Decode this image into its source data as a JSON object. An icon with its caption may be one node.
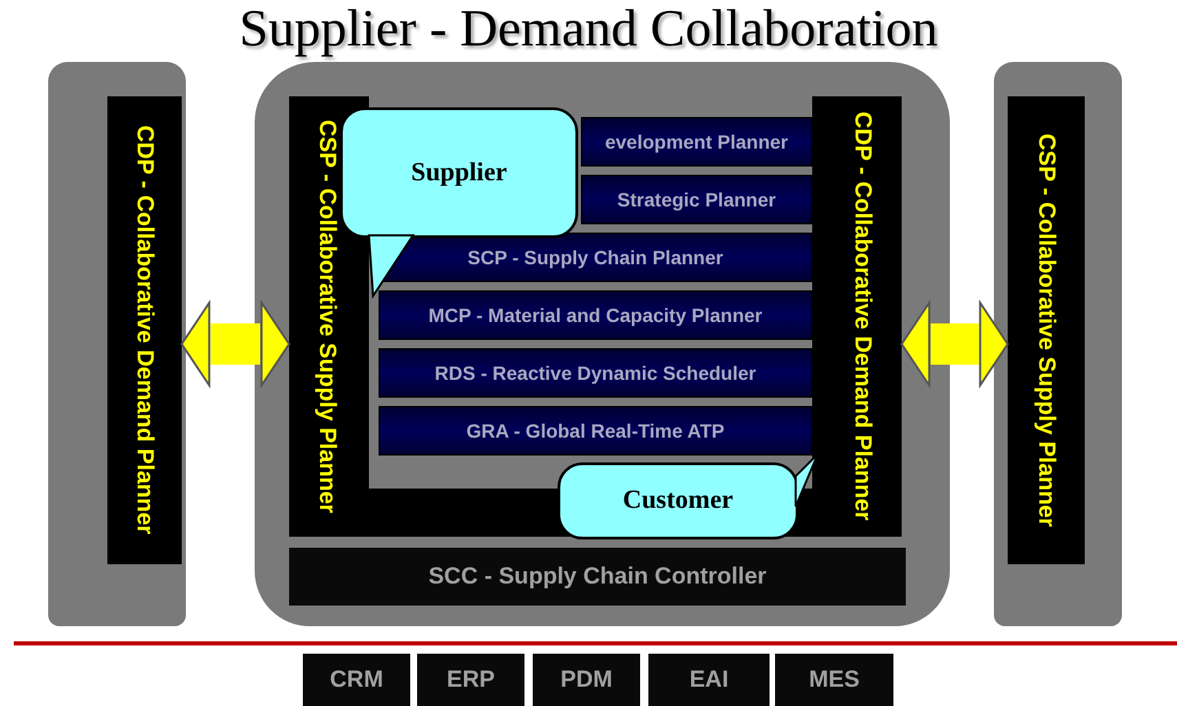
{
  "diagram": {
    "title": "Supplier - Demand Collaboration",
    "nodes": [
      {
        "text": [
          "CDP - Collaborative Demand Planner"
        ]
      },
      {
        "text": [],
        "shape": "box"
      },
      {
        "text": [
          "CSP - Collaborative Supply Planner"
        ],
        "in": 1
      },
      {
        "text": [
          "evelopment Planner"
        ],
        "in": 1
      },
      {
        "text": [
          "Strategic Planner"
        ],
        "in": 1
      },
      {
        "text": [
          "SCP - Supply Chain Planner"
        ],
        "in": 1
      },
      {
        "text": [
          "MCP - Material and Capacity Planner"
        ],
        "in": 1
      },
      {
        "text": [
          "RDS - Reactive Dynamic Scheduler"
        ],
        "in": 1
      },
      {
        "text": [
          "GRA - Global Real-Time ATP"
        ],
        "in": 1
      },
      {
        "text": [
          "CDP - Collaborative Demand Planner"
        ],
        "in": 1
      },
      {
        "text": [
          "SCC - Supply Chain Controller"
        ],
        "in": 1
      },
      {
        "text": [
          "CSP - Collaborative Supply Planner"
        ]
      },
      {
        "text": [
          "Supplier"
        ],
        "in": 1
      },
      {
        "text": [
          "Customer"
        ],
        "in": 1
      },
      {
        "text": [
          "CRM"
        ]
      },
      {
        "text": [
          "ERP"
        ]
      },
      {
        "text": [
          "PDM"
        ]
      },
      {
        "text": [
          "EAI"
        ]
      },
      {
        "text": [
          "MES"
        ]
      }
    ],
    "edges": [
      {
        "from": 0,
        "to": 2,
        "arrow": "both"
      },
      {
        "from": 9,
        "to": 11,
        "arrow": "both"
      },
      {
        "from": 12,
        "to": null,
        "arrow": "to"
      },
      {
        "from": 13,
        "to": null,
        "arrow": "to"
      }
    ]
  }
}
